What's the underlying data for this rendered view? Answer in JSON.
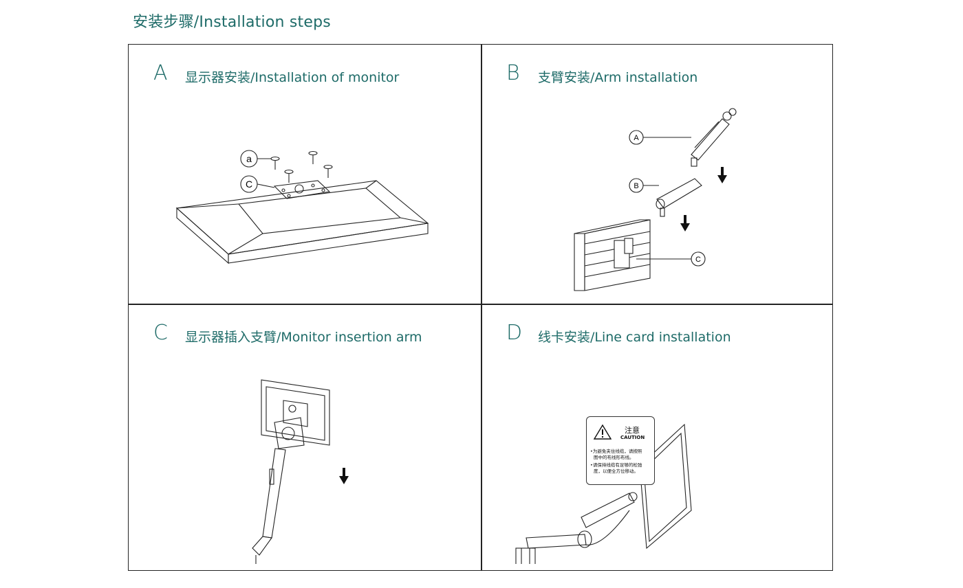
{
  "page": {
    "title": "安装步骤/Installation steps"
  },
  "panels": [
    {
      "letter": "A",
      "heading": "显示器安装/Installation of monitor",
      "callouts": [
        "a",
        "C"
      ]
    },
    {
      "letter": "B",
      "heading": "支臂安装/Arm installation",
      "callouts": [
        "A",
        "B",
        "C"
      ]
    },
    {
      "letter": "C",
      "heading": "显示器插入支臂/Monitor insertion arm"
    },
    {
      "letter": "D",
      "heading": "线卡安装/Line card installation"
    }
  ],
  "caution": {
    "zh": "注意",
    "en": "CAUTION",
    "lines": [
      "•为避免夹住线缆，请按照",
      "图中的布线形布线。",
      "•请保持线缆有足够的松弛",
      "度，以便全方位移动。"
    ]
  },
  "colors": {
    "accent": "#1e6b68",
    "line": "#222222"
  }
}
